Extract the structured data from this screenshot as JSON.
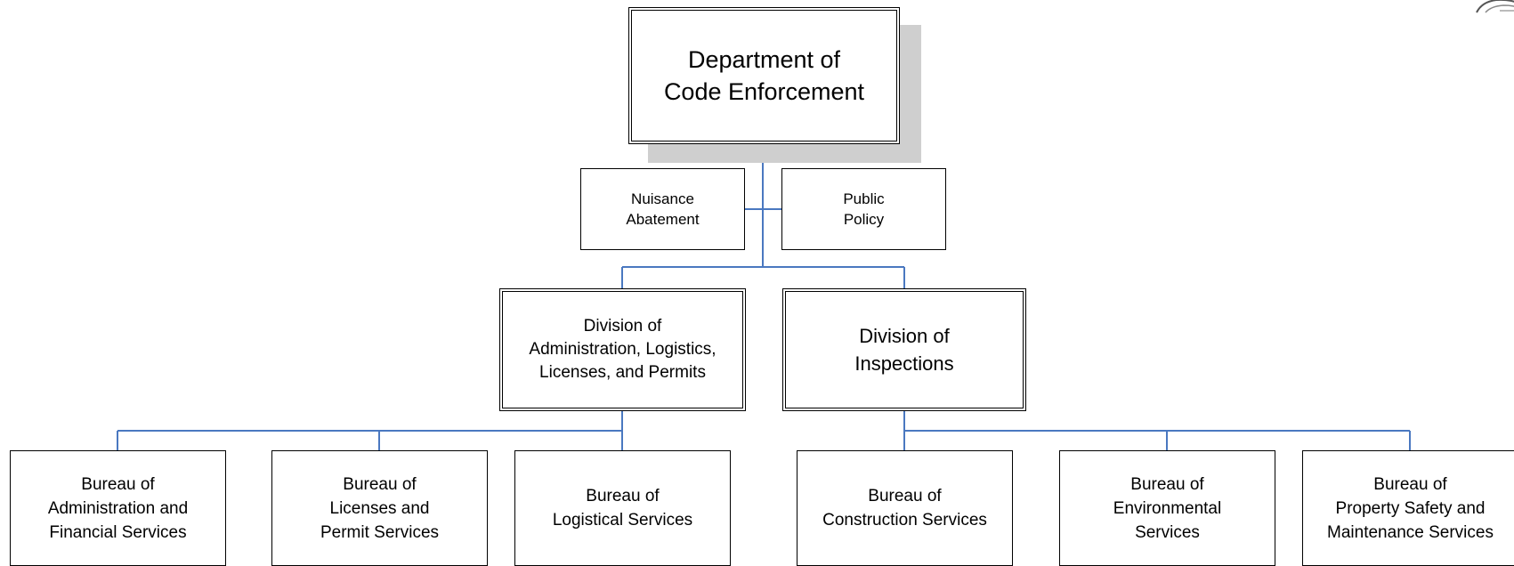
{
  "diagram": {
    "line_color": "#4a78c0",
    "root": {
      "label": "Department of\nCode Enforcement"
    },
    "staff": [
      {
        "label": "Nuisance\nAbatement"
      },
      {
        "label": "Public\nPolicy"
      }
    ],
    "divisions": [
      {
        "label": "Division of\nAdministration, Logistics,\nLicenses, and Permits"
      },
      {
        "label": "Division of\nInspections"
      }
    ],
    "bureaus": [
      {
        "label": "Bureau of\nAdministration and\nFinancial Services"
      },
      {
        "label": "Bureau of\nLicenses and\nPermit Services"
      },
      {
        "label": "Bureau of\nLogistical Services"
      },
      {
        "label": "Bureau of\nConstruction Services"
      },
      {
        "label": "Bureau of\nEnvironmental\nServices"
      },
      {
        "label": "Bureau of\nProperty Safety and\nMaintenance Services"
      }
    ]
  }
}
